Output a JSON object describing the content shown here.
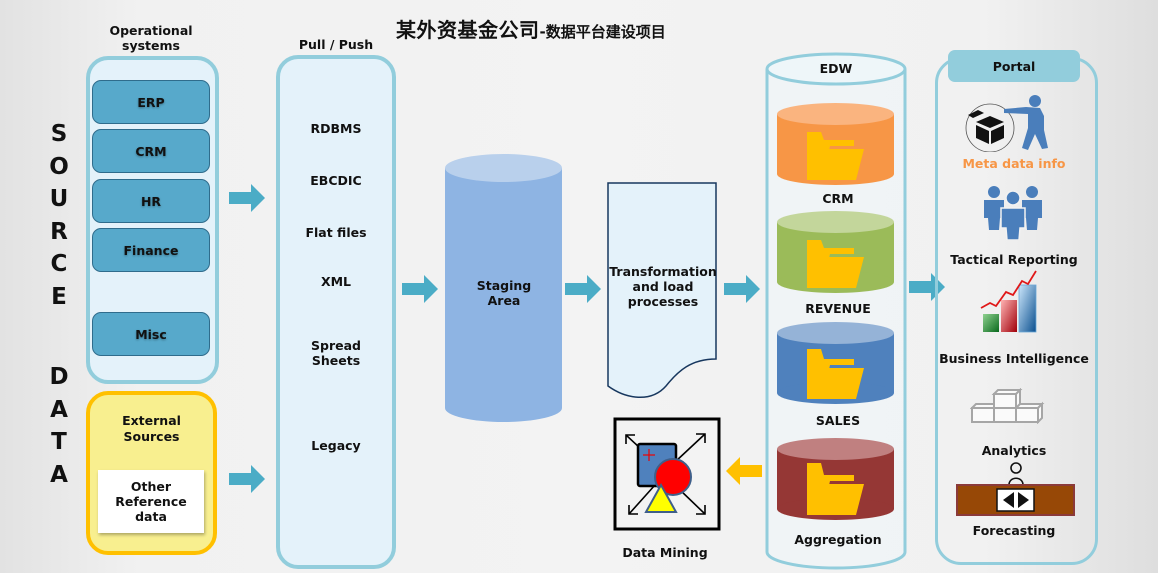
{
  "title": {
    "main": "某外资基金公司",
    "sub": "-数据平台建设项目"
  },
  "side_label": {
    "top": [
      "S",
      "O",
      "U",
      "R",
      "C",
      "E"
    ],
    "bottom": [
      "D",
      "A",
      "T",
      "A"
    ]
  },
  "operational": {
    "heading_line1": "Operational",
    "heading_line2": "systems",
    "items": [
      "ERP",
      "CRM",
      "HR",
      "Finance",
      "Misc"
    ]
  },
  "external": {
    "heading_line1": "External",
    "heading_line2": "Sources",
    "reference": [
      "Other",
      "Reference",
      "data"
    ]
  },
  "pull_push": {
    "heading": "Pull / Push",
    "items": [
      "RDBMS",
      "EBCDIC",
      "Flat files",
      "XML",
      "Spread",
      "Sheets",
      "Legacy"
    ]
  },
  "staging": {
    "line1": "Staging",
    "line2": "Area"
  },
  "transformation": {
    "line1": "Transformation",
    "line2": "and load",
    "line3": "processes"
  },
  "data_mining": {
    "label": "Data Mining"
  },
  "edw": {
    "heading": "EDW",
    "stores": [
      {
        "label": "CRM",
        "color": "#f79646",
        "top_color": "#fab47f"
      },
      {
        "label": "REVENUE",
        "color": "#9bbb59",
        "top_color": "#c3d69b"
      },
      {
        "label": "SALES",
        "color": "#4f81bd",
        "top_color": "#95b3d7"
      },
      {
        "label": "Aggregation",
        "color": "#953735",
        "top_color": "#c08080"
      }
    ]
  },
  "portal": {
    "heading": "Portal",
    "items": [
      {
        "label": "Meta data info",
        "icon": "metadata-icon",
        "color": "#f79646"
      },
      {
        "label": "Tactical Reporting",
        "icon": "people-icon"
      },
      {
        "label": "Business Intelligence",
        "icon": "bar-chart-icon"
      },
      {
        "label": "Analytics",
        "icon": "cubes-icon"
      },
      {
        "label": "Forecasting",
        "icon": "forecast-icon"
      }
    ]
  },
  "colors": {
    "arrow_blue": "#4bacc6",
    "arrow_orange": "#ffc000",
    "box_border": "#92cddc",
    "folder": "#ffc000"
  }
}
